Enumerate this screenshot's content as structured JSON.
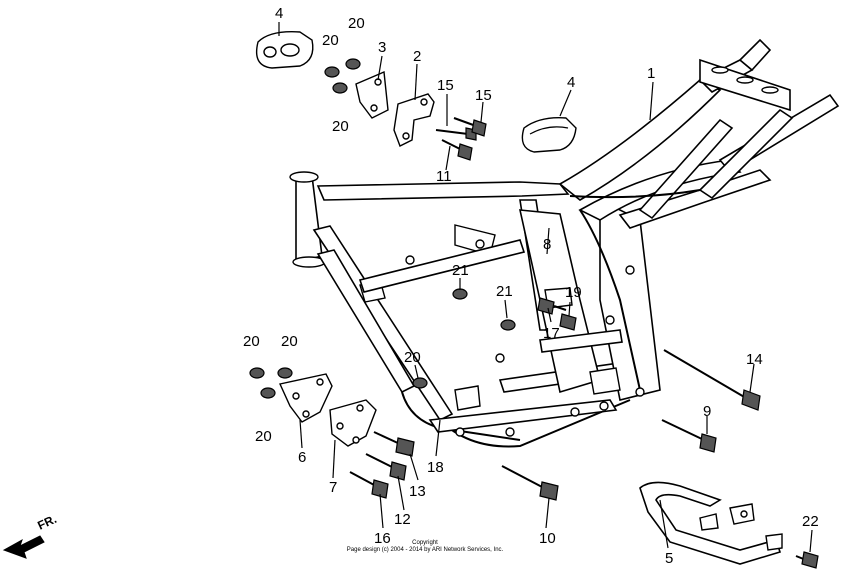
{
  "callouts": {
    "c1": "1",
    "c2": "2",
    "c3": "3",
    "c4a": "4",
    "c4b": "4",
    "c5": "5",
    "c6": "6",
    "c7": "7",
    "c8": "8",
    "c9": "9",
    "c10": "10",
    "c11": "11",
    "c12": "12",
    "c13": "13",
    "c14": "14",
    "c15a": "15",
    "c15b": "15",
    "c16": "16",
    "c17": "17",
    "c18": "18",
    "c19": "19",
    "c20a": "20",
    "c20b": "20",
    "c20c": "20",
    "c20d": "20",
    "c20e": "20",
    "c20f": "20",
    "c20g": "20",
    "c21a": "21",
    "c21b": "21",
    "c22": "22"
  },
  "copyright": {
    "line1": "Copyright",
    "line2": "Page design (c) 2004 - 2014 by ARI Network Services, Inc."
  },
  "front_arrow": {
    "label": "FR."
  }
}
